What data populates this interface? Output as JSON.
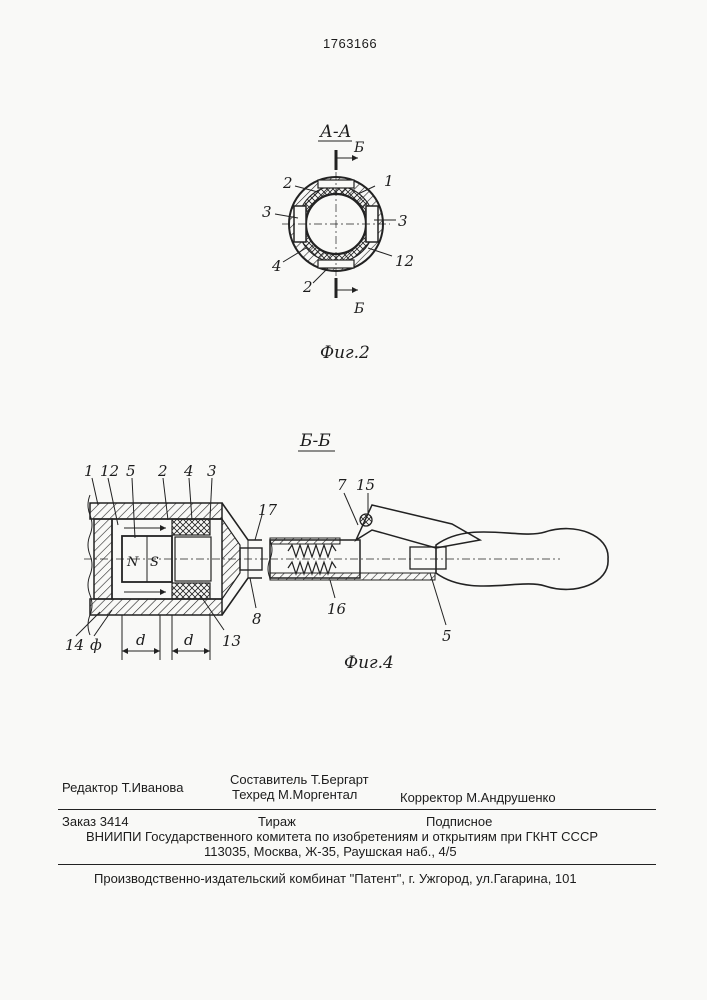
{
  "patent_number": "1763166",
  "figure2": {
    "section_title": "А-А",
    "cut_mark_label": "Б",
    "caption": "Фиг.2",
    "callouts": [
      "2",
      "1",
      "3",
      "3",
      "4",
      "12",
      "2"
    ]
  },
  "figure4": {
    "section_title": "Б-Б",
    "caption": "Фиг.4",
    "callouts_top": [
      "1",
      "12",
      "5",
      "2",
      "4",
      "3",
      "17",
      "7",
      "15"
    ],
    "callouts_bottom": [
      "14",
      "ф",
      "d",
      "d",
      "13",
      "8",
      "16",
      "5"
    ],
    "magnet_poles": [
      "N",
      "S"
    ]
  },
  "imprint": {
    "editor": "Редактор  Т.Иванова",
    "compiler": "Составитель Т.Бергарт",
    "techred": "Техред М.Моргентал",
    "corrector": "Корректор  М.Андрушенко",
    "order": "Заказ 3414",
    "circulation": "Тираж",
    "subscription": "Подписное",
    "institute": "ВНИИПИ Государственного комитета по изобретениям и открытиям при ГКНТ СССР",
    "address": "113035, Москва, Ж-35, Раушская наб., 4/5",
    "publisher": "Производственно-издательский комбинат \"Патент\", г. Ужгород, ул.Гагарина, 101"
  }
}
